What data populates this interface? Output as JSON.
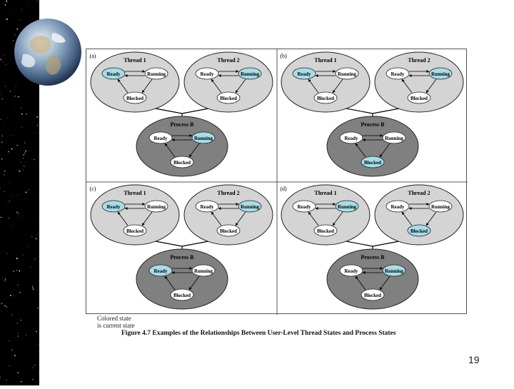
{
  "slide": {
    "page_number": "19"
  },
  "figure": {
    "caption": "Figure 4.7   Examples of the Relationships Between User-Level Thread States and Process States",
    "legend_line1": "Colored state",
    "legend_line2": "is current state",
    "labels": {
      "thread1": "Thread 1",
      "thread2": "Thread 2",
      "process": "Process B",
      "ready": "Ready",
      "running": "Running",
      "blocked": "Blocked"
    },
    "colors": {
      "highlight": "#a8dce8",
      "thread_bg": "#d4d4d4",
      "process_bg": "#808080",
      "node": "#ffffff"
    },
    "panels": [
      {
        "id": "a",
        "label": "(a)",
        "thread1_current": "ready",
        "thread2_current": "running",
        "process_current": "running"
      },
      {
        "id": "b",
        "label": "(b)",
        "thread1_current": "ready",
        "thread2_current": "running",
        "process_current": "blocked"
      },
      {
        "id": "c",
        "label": "(c)",
        "thread1_current": "ready",
        "thread2_current": "running",
        "process_current": "ready"
      },
      {
        "id": "d",
        "label": "(d)",
        "thread1_current": "running",
        "thread2_current": "blocked",
        "process_current": "running"
      }
    ]
  },
  "decor": {
    "globe": "earth-globe-icon",
    "background": "starfield"
  }
}
